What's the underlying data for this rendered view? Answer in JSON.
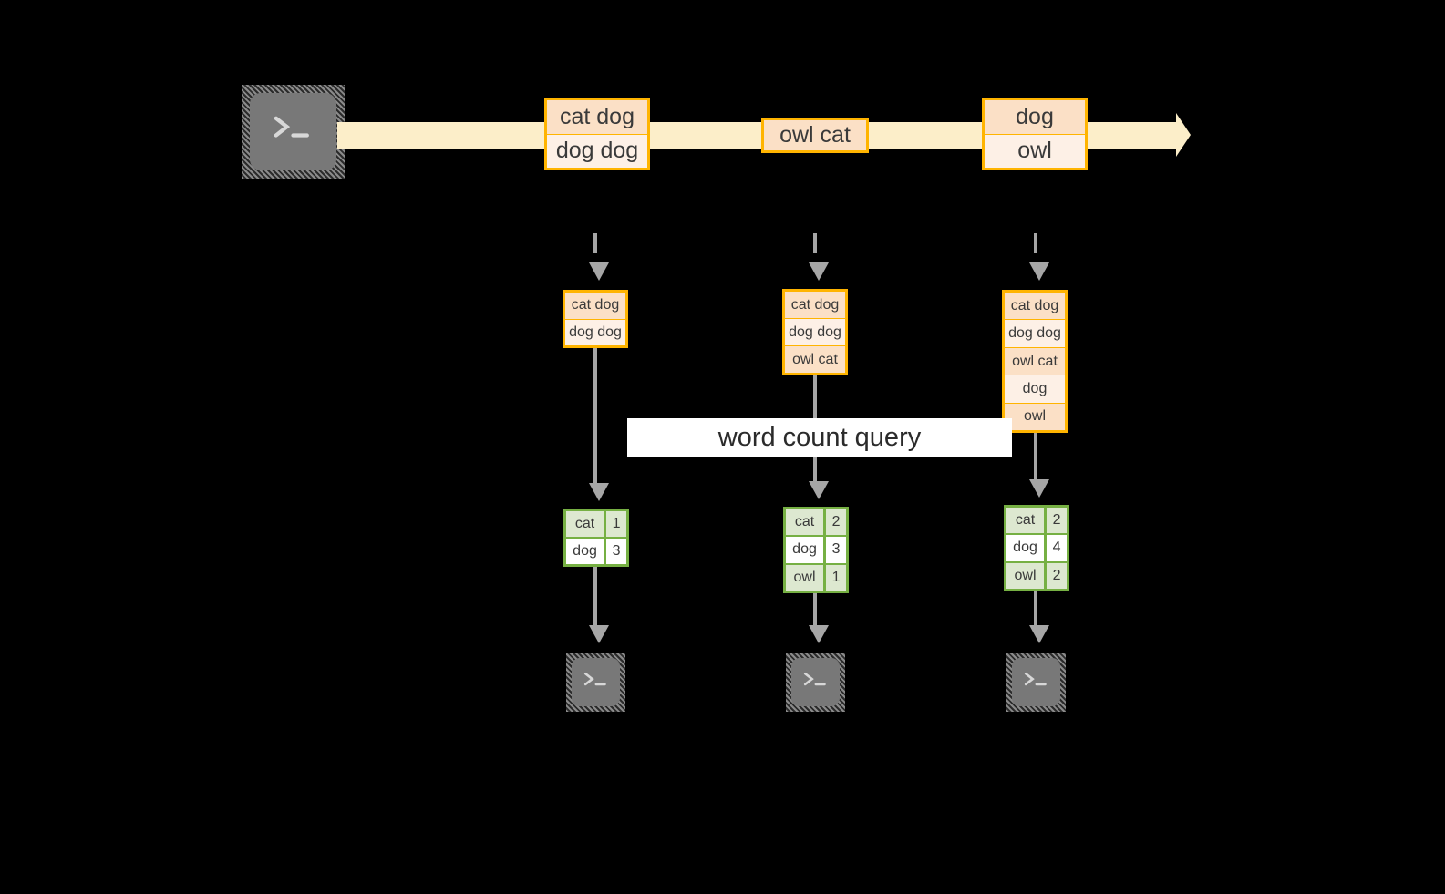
{
  "diagram": {
    "title_label": "word count query",
    "colors": {
      "stream_band": "#fceec9",
      "message_border": "#ffb400",
      "message_fill": "#fdf0e6",
      "message_fill_shaded": "#fbe0c6",
      "result_border": "#76b043",
      "result_fill_shaded": "#dde8d0",
      "arrow_gray": "#a6a6a6",
      "terminal_gray": "#787878",
      "background": "#000000"
    },
    "producer": {
      "icon": "terminal-icon",
      "label": ""
    },
    "stream_messages": [
      {
        "id": "m1",
        "rows": [
          "cat dog",
          "dog dog"
        ]
      },
      {
        "id": "m2",
        "rows": [
          "owl cat"
        ]
      },
      {
        "id": "m3",
        "rows": [
          "dog",
          "owl"
        ]
      }
    ],
    "columns": [
      {
        "id": "col1",
        "accumulated": [
          "cat dog",
          "dog dog"
        ],
        "result": {
          "rows": [
            {
              "word": "cat",
              "count": "1"
            },
            {
              "word": "dog",
              "count": "3"
            }
          ]
        },
        "consumer_icon": "terminal-icon"
      },
      {
        "id": "col2",
        "accumulated": [
          "cat dog",
          "dog dog",
          "owl cat"
        ],
        "result": {
          "rows": [
            {
              "word": "cat",
              "count": "2"
            },
            {
              "word": "dog",
              "count": "3"
            },
            {
              "word": "owl",
              "count": "1"
            }
          ]
        },
        "consumer_icon": "terminal-icon"
      },
      {
        "id": "col3",
        "accumulated": [
          "cat dog",
          "dog dog",
          "owl cat",
          "dog",
          "owl"
        ],
        "result": {
          "rows": [
            {
              "word": "cat",
              "count": "2"
            },
            {
              "word": "dog",
              "count": "4"
            },
            {
              "word": "owl",
              "count": "2"
            }
          ]
        },
        "consumer_icon": "terminal-icon"
      }
    ]
  }
}
